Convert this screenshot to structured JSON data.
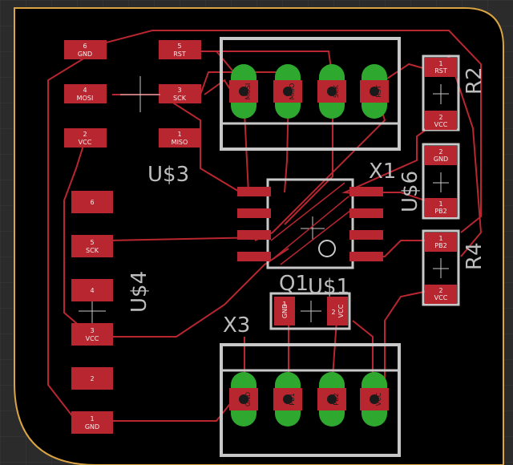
{
  "colors": {
    "background": "#2b2b2b",
    "board": "#000000",
    "outline": "#d9a441",
    "trace": "#b8262f",
    "pad": "#b8262f",
    "silk": "#c8c8c8",
    "hole": "#2ea82e"
  },
  "components": {
    "u3": "U$3",
    "x1": "X1",
    "u6": "U$6",
    "r2": "R2",
    "r4": "R4",
    "u4": "U$4",
    "q1": "Q1",
    "u1": "U$1",
    "x3": "X3"
  },
  "u3_pads": [
    {
      "num": "6",
      "name": "GND"
    },
    {
      "num": "5",
      "name": "RST"
    },
    {
      "num": "4",
      "name": "MOSI"
    },
    {
      "num": "3",
      "name": "SCK"
    },
    {
      "num": "2",
      "name": "VCC"
    },
    {
      "num": "1",
      "name": "MISO"
    }
  ],
  "x1_pins": [
    "MOSI",
    "MISO",
    "SCK",
    "RST"
  ],
  "r2_pads": [
    {
      "num": "1",
      "name": "RST"
    },
    {
      "num": "2",
      "name": "VCC"
    }
  ],
  "u6_pads": [
    {
      "num": "2",
      "name": "GND"
    },
    {
      "num": "1",
      "name": "PB2"
    }
  ],
  "r4_pads": [
    {
      "num": "1",
      "name": "PB2"
    },
    {
      "num": "2",
      "name": "VCC"
    }
  ],
  "u4_pads": [
    {
      "num": "6",
      "name": ""
    },
    {
      "num": "5",
      "name": "SCK"
    },
    {
      "num": "4",
      "name": ""
    },
    {
      "num": "3",
      "name": "VCC"
    },
    {
      "num": "2",
      "name": ""
    },
    {
      "num": "1",
      "name": "GND"
    }
  ],
  "u1_pads": [
    {
      "num": "1",
      "name": "GND"
    },
    {
      "num": "2",
      "name": "VCC"
    }
  ],
  "x3_pins": [
    "GND",
    "PB1",
    "PB2",
    "VCC"
  ]
}
